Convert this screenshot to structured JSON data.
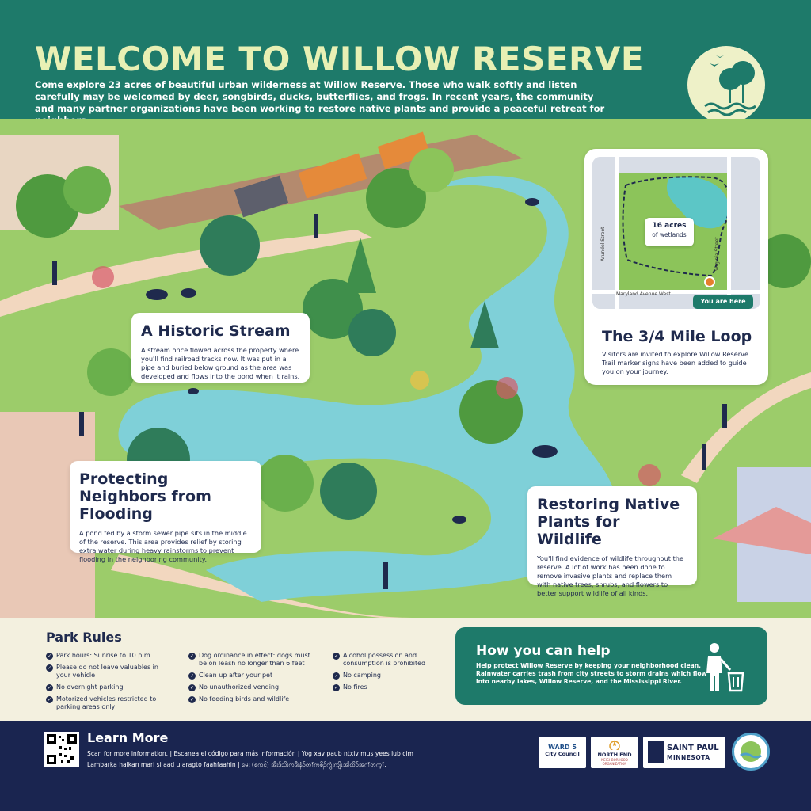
{
  "header": {
    "title": "WELCOME TO WILLOW RESERVE",
    "intro": "Come explore 23 acres of beautiful urban wilderness at Willow Reserve. Those who walk softly and listen carefully may be welcomed by deer, songbirds, ducks, butterflies, and frogs. In recent years, the community and many partner organizations have been working to restore native plants and provide a peaceful retreat for neighbors."
  },
  "cards": {
    "stream": {
      "title": "A Historic Stream",
      "body": "A stream once flowed across the property where you'll find railroad tracks now. It was put in a pipe and buried below ground as the area was developed and flows into the pond when it rains."
    },
    "flood": {
      "title": "Protecting Neighbors from Flooding",
      "body": "A pond fed by a storm sewer pipe sits in the middle of the reserve. This area provides relief by storing extra water during heavy rainstorms to prevent flooding in the neighboring community."
    },
    "native": {
      "title": "Restoring Native Plants for Wildlife",
      "body": "You'll find evidence of wildlife throughout the reserve. A lot of work has been done to remove invasive plants and replace them with native trees, shrubs, and flowers to better support wildlife of all kinds."
    }
  },
  "map": {
    "acres_value": "16 acres",
    "acres_label": "of wetlands",
    "street_arundel": "Arundel Street",
    "street_virginia": "Virginia Street",
    "street_maryland": "Maryland Avenue West",
    "you_are_here": "You are here",
    "title": "The 3/4 Mile Loop",
    "body": "Visitors are invited to explore Willow Reserve. Trail marker signs have been added to guide you on your journey."
  },
  "rules": {
    "title": "Park Rules",
    "col1": [
      "Park hours: Sunrise to 10 p.m.",
      "Please do not leave valuables in your vehicle",
      "No overnight parking",
      "Motorized vehicles restricted to parking areas only"
    ],
    "col2": [
      "Dog ordinance in effect: dogs must be on leash no longer than 6 feet",
      "Clean up after your pet",
      "No unauthorized vending",
      "No feeding birds and wildlife"
    ],
    "col3": [
      "Alcohol possession and consumption is prohibited",
      "No camping",
      "No fires"
    ]
  },
  "help": {
    "title": "How you can help",
    "body": "Help protect Willow Reserve by keeping your neighborhood clean. Rainwater carries trash from city streets to storm drains which flow into nearby lakes, Willow Reserve, and the Mississippi River."
  },
  "footer": {
    "title": "Learn More",
    "line1": "Scan for more information.  |  Escanea el código para más información  |  Yog xav paub ntxiv mus yees lub cim",
    "line2": "Lambarka halkan mari si aad u aragto faahfaahin  |  မေး (စကင်) အီးဒ်သိးကဒီးနံၣ်တၢ်ကစိၣ်ကွဲးကျိၤအါထိၣ်အဂၢ်တက့ၢ်."
  },
  "partners": {
    "ward_line1": "WARD 5",
    "ward_line2": "City Council",
    "north_line1": "NORTH END",
    "north_line2": "NEIGHBORHOOD ORGANIZATION",
    "stpaul_line1": "SAINT PAUL",
    "stpaul_line2": "MINNESOTA"
  },
  "colors": {
    "brand_green": "#1e7a6a",
    "title_yellow": "#e8f0b4",
    "navy": "#1a2550",
    "water": "#7fd0d8",
    "grass": "#8cc45a"
  }
}
